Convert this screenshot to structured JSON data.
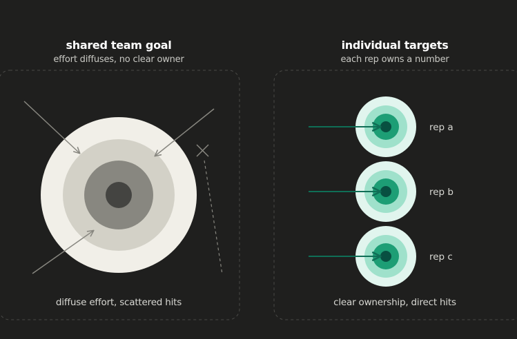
{
  "left_panel": {
    "title": "shared team goal",
    "subtitle": "effort diffuses, no clear owner",
    "caption": "diffuse effort, scattered hits"
  },
  "right_panel": {
    "title": "individual targets",
    "subtitle": "each rep owns a number",
    "caption": "clear ownership, direct hits",
    "reps": [
      {
        "label": "rep a"
      },
      {
        "label": "rep b"
      },
      {
        "label": "rep c"
      }
    ]
  },
  "colors": {
    "background": "#1f1f1e",
    "panel_border": "#4a4a47",
    "gray_ring_outer": "#f1efe8",
    "gray_ring_2": "#d3d1c7",
    "gray_ring_3": "#888780",
    "gray_bullseye": "#444441",
    "green_ring_outer": "#e1f5ee",
    "green_ring_2": "#9fe1cb",
    "green_ring_3": "#1d9e75",
    "green_bullseye": "#085041",
    "green_arrow": "#0f6e56",
    "gray_arrow": "#888780"
  }
}
